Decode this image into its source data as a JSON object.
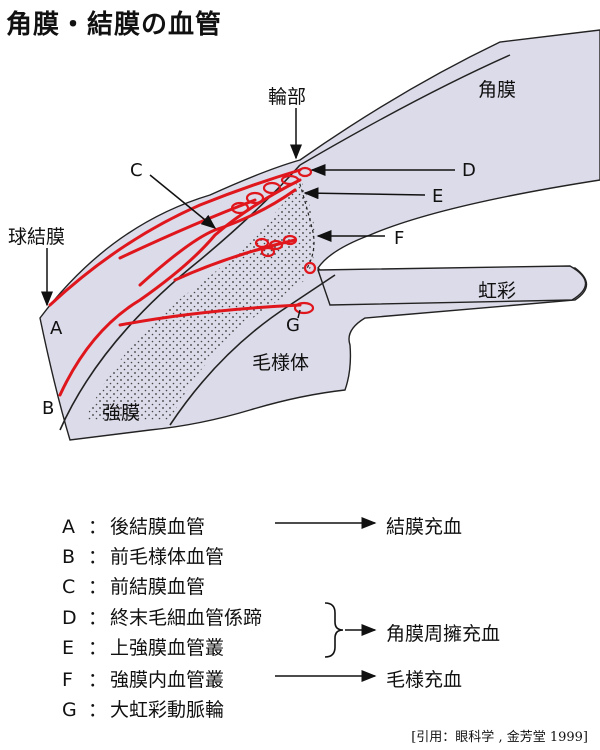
{
  "title": "角膜・結膜の血管",
  "labels": {
    "rinbu": "輪部",
    "cornea": "角膜",
    "bulbar_conj": "球結膜",
    "iris": "虹彩",
    "ciliary": "毛様体",
    "sclera": "強膜"
  },
  "markers": {
    "A": "A",
    "B": "B",
    "C": "C",
    "D": "D",
    "E": "E",
    "F": "F",
    "G": "G"
  },
  "legend": [
    {
      "key": "A",
      "sep": "：",
      "text": "後結膜血管"
    },
    {
      "key": "B",
      "sep": "：",
      "text": "前毛様体血管"
    },
    {
      "key": "C",
      "sep": "：",
      "text": "前結膜血管"
    },
    {
      "key": "D",
      "sep": "：",
      "text": "終末毛細血管係蹄"
    },
    {
      "key": "E",
      "sep": "：",
      "text": "上強膜血管叢"
    },
    {
      "key": "F",
      "sep": "：",
      "text": "強膜内血管叢"
    },
    {
      "key": "G",
      "sep": "：",
      "text": "大虹彩動脈輪"
    }
  ],
  "results": {
    "conj": "結膜充血",
    "pericorneal": "角膜周擁充血",
    "ciliary": "毛様充血"
  },
  "citation": "[引用：眼科学 , 金芳堂 1999]",
  "colors": {
    "tissue": "#dcdbe9",
    "vessel": "#e0161d",
    "outline": "#222222"
  }
}
